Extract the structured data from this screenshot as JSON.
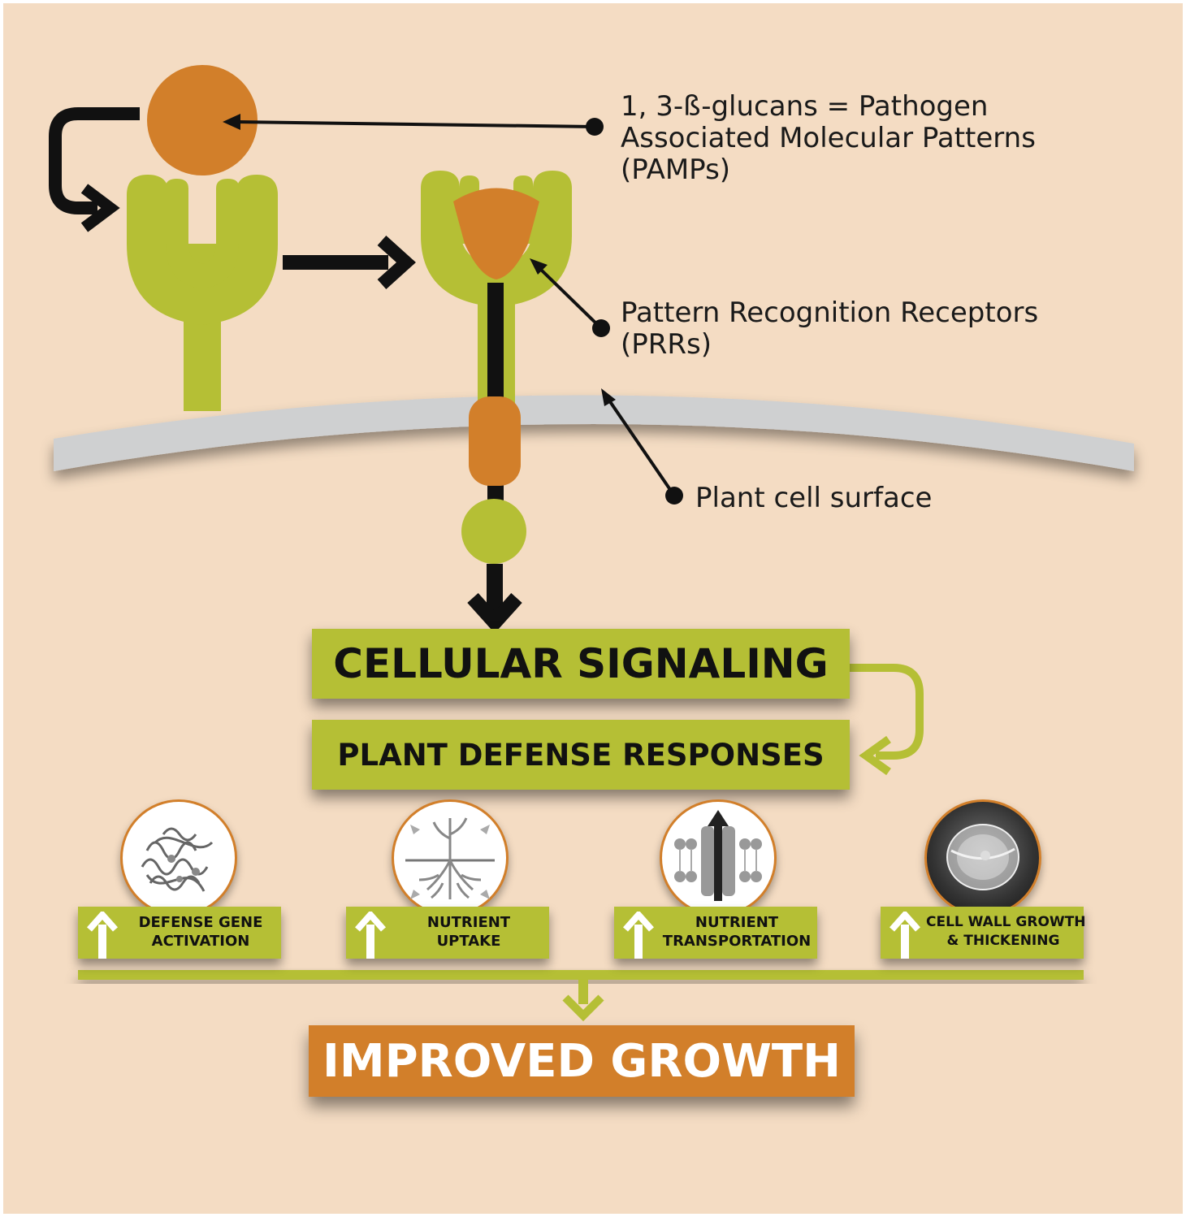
{
  "labels": {
    "pamps": [
      "1, 3-ß-glucans = Pathogen",
      "Associated Molecular Patterns",
      "(PAMPs)"
    ],
    "prrs": [
      "Pattern Recognition Receptors",
      "(PRRs)"
    ],
    "cell_surface": "Plant cell surface"
  },
  "steps": {
    "signaling": "CELLULAR SIGNALING",
    "defense": "PLANT DEFENSE RESPONSES",
    "growth": "IMPROVED GROWTH"
  },
  "responses": [
    {
      "lines": [
        "DEFENSE GENE",
        "ACTIVATION"
      ],
      "icon": "protein-structure-icon"
    },
    {
      "lines": [
        "NUTRIENT",
        "UPTAKE"
      ],
      "icon": "plant-roots-icon"
    },
    {
      "lines": [
        "NUTRIENT",
        "TRANSPORTATION"
      ],
      "icon": "membrane-transport-icon"
    },
    {
      "lines": [
        "CELL WALL GROWTH",
        "& THICKENING"
      ],
      "icon": "plant-cell-icon"
    }
  ],
  "colors": {
    "background": "#f4dcc3",
    "green": "#b5bf35",
    "orange": "#d27f2a",
    "membrane": "#cfd0d1",
    "arrow": "#111111"
  }
}
